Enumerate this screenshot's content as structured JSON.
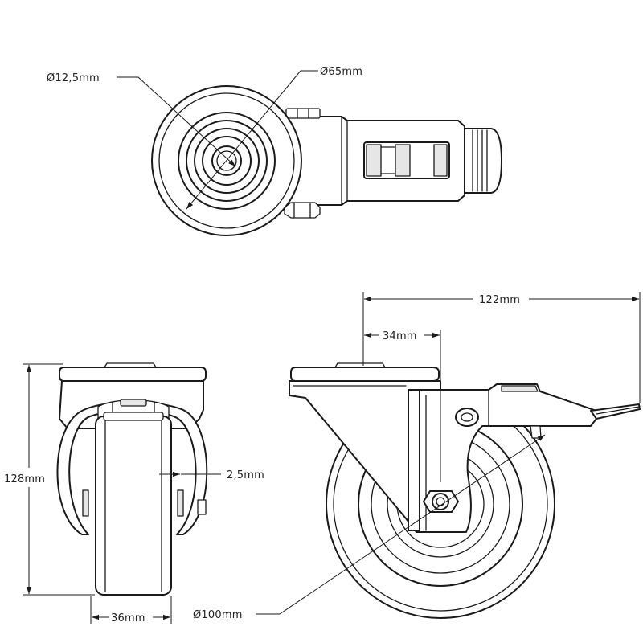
{
  "labels": {
    "axle_bore": "Ø12,5mm",
    "hub_diameter": "Ø65mm",
    "total_height": "128mm",
    "plate_thickness": "2,5mm",
    "wheel_width": "36mm",
    "total_length": "122mm",
    "offset": "34mm",
    "wheel_diameter": "Ø100mm"
  },
  "colors": {
    "line": "#1a1a1a",
    "shade": "#e6e6e6",
    "background": "#ffffff"
  }
}
